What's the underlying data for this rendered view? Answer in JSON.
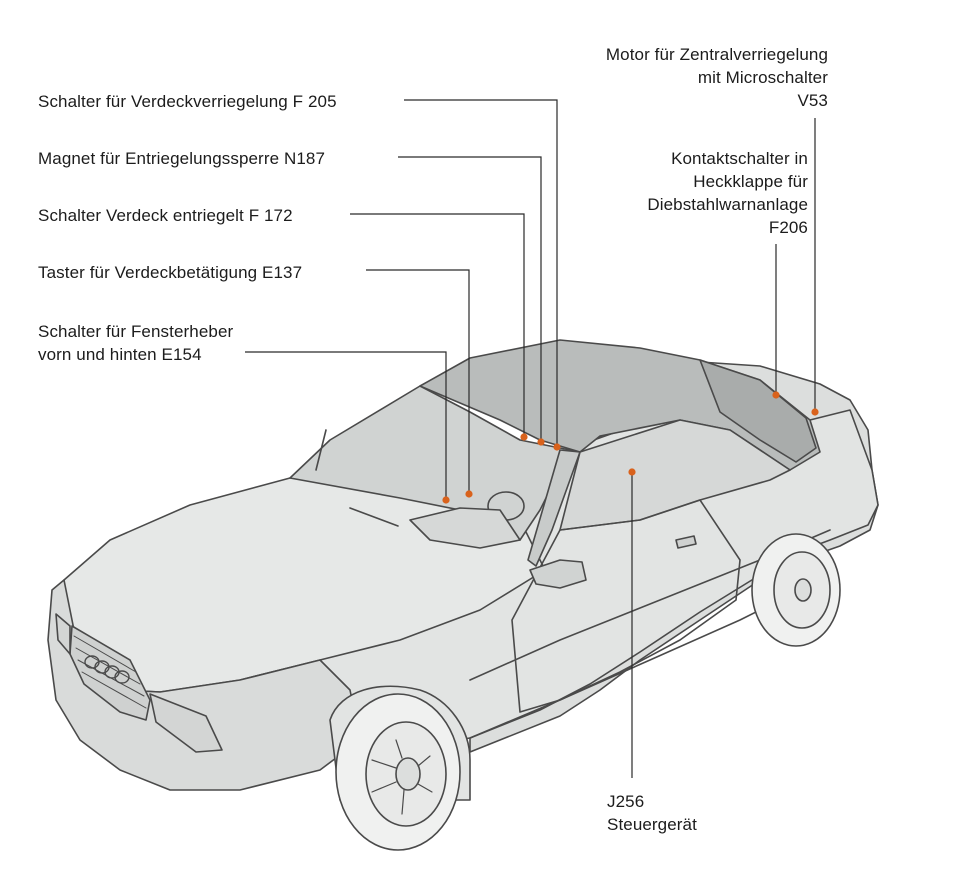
{
  "labels": {
    "f205": {
      "lines": [
        "Schalter für Verdeckverriegelung F 205"
      ]
    },
    "n187": {
      "lines": [
        "Magnet für Entriegelungssperre N187"
      ]
    },
    "f172": {
      "lines": [
        "Schalter Verdeck entriegelt F 172"
      ]
    },
    "e137": {
      "lines": [
        "Taster für Verdeckbetätigung E137"
      ]
    },
    "e154": {
      "lines": [
        "Schalter für Fensterheber",
        "vorn und hinten E154"
      ]
    },
    "v53": {
      "lines": [
        "Motor für Zentralverriegelung",
        "mit Microschalter",
        "V53"
      ]
    },
    "f206": {
      "lines": [
        "Kontaktschalter in",
        "Heckklappe für",
        "Diebstahlwarnanlage",
        "F206"
      ]
    },
    "j256": {
      "lines": [
        "J256",
        "Steuergerät"
      ]
    }
  },
  "colors": {
    "marker": "#d9621c",
    "body_fill": "#e2e4e3",
    "roof_fill": "#b9bcbb",
    "outline": "#4a4a4a",
    "leader": "#2a2a2a"
  },
  "image": {
    "subject": "Audi Cabriolet with soft top, three-quarter front view",
    "marker_icon": "orange-dot"
  }
}
